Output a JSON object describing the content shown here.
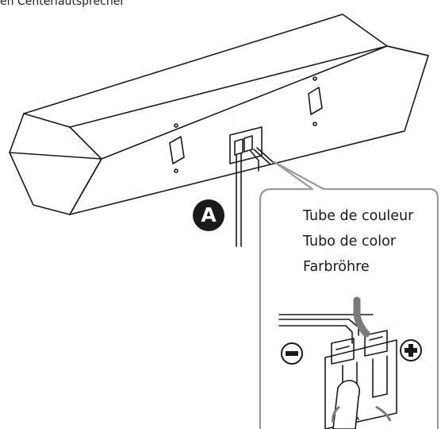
{
  "header": {
    "caption": "en Centerlautsprecher"
  },
  "callout_marker": {
    "letter": "A"
  },
  "labels": {
    "french": "Tube de couleur",
    "spanish": "Tubo de color",
    "german": "Farbröhre"
  },
  "colors": {
    "line": "#1a1a1a",
    "callout_border": "#9a9a9a",
    "color_tube": "#7a7a7a",
    "badge": "#1a1a1a"
  }
}
